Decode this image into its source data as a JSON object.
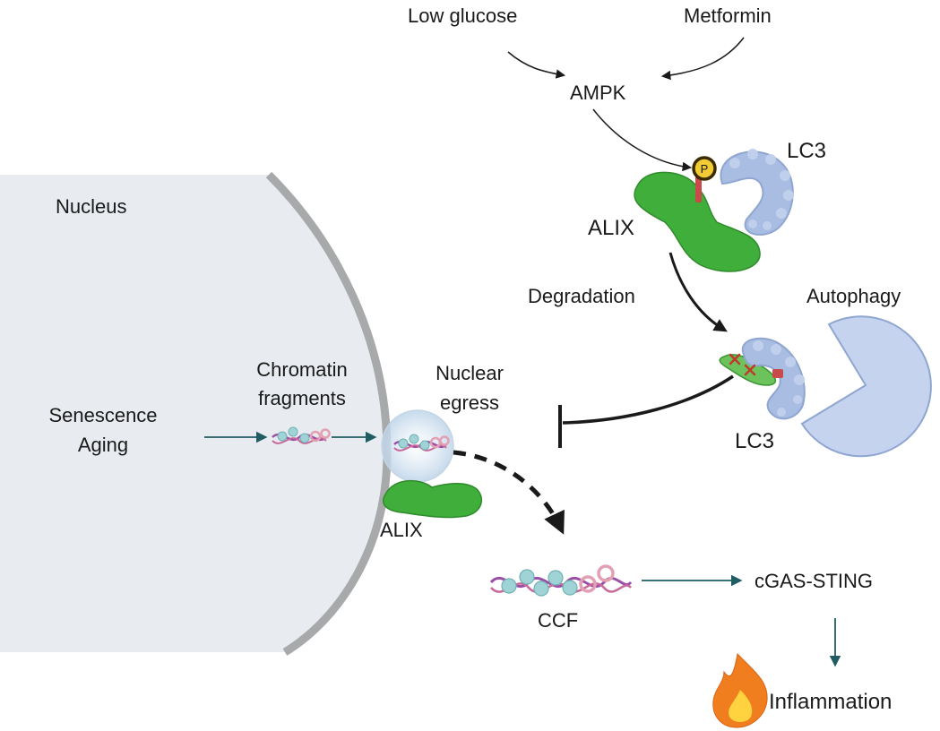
{
  "labels": {
    "low_glucose": "Low glucose",
    "metformin": "Metformin",
    "ampk": "AMPK",
    "lc3_top": "LC3",
    "phospho": "P",
    "alix_top": "ALIX",
    "degradation": "Degradation",
    "autophagy": "Autophagy",
    "lc3_bottom": "LC3",
    "nucleus": "Nucleus",
    "chromatin_line1": "Chromatin",
    "chromatin_line2": "fragments",
    "nuclear_line1": "Nuclear",
    "nuclear_line2": "egress",
    "senescence": "Senescence",
    "aging": "Aging",
    "alix_bottom": "ALIX",
    "ccf": "CCF",
    "cgas_sting": "cGAS-STING",
    "inflammation": "Inflammation"
  },
  "colors": {
    "nucleus_fill": "#e8ecf0",
    "nucleus_border": "#a7a9ab",
    "alix_green": "#3fae3a",
    "lc3_blue": "#a9bde3",
    "autophagy_blue": "#c5d3ee",
    "teal_arrow": "#1f5d63",
    "flame_orange": "#f07d1e",
    "flame_yellow": "#ffd23f"
  }
}
